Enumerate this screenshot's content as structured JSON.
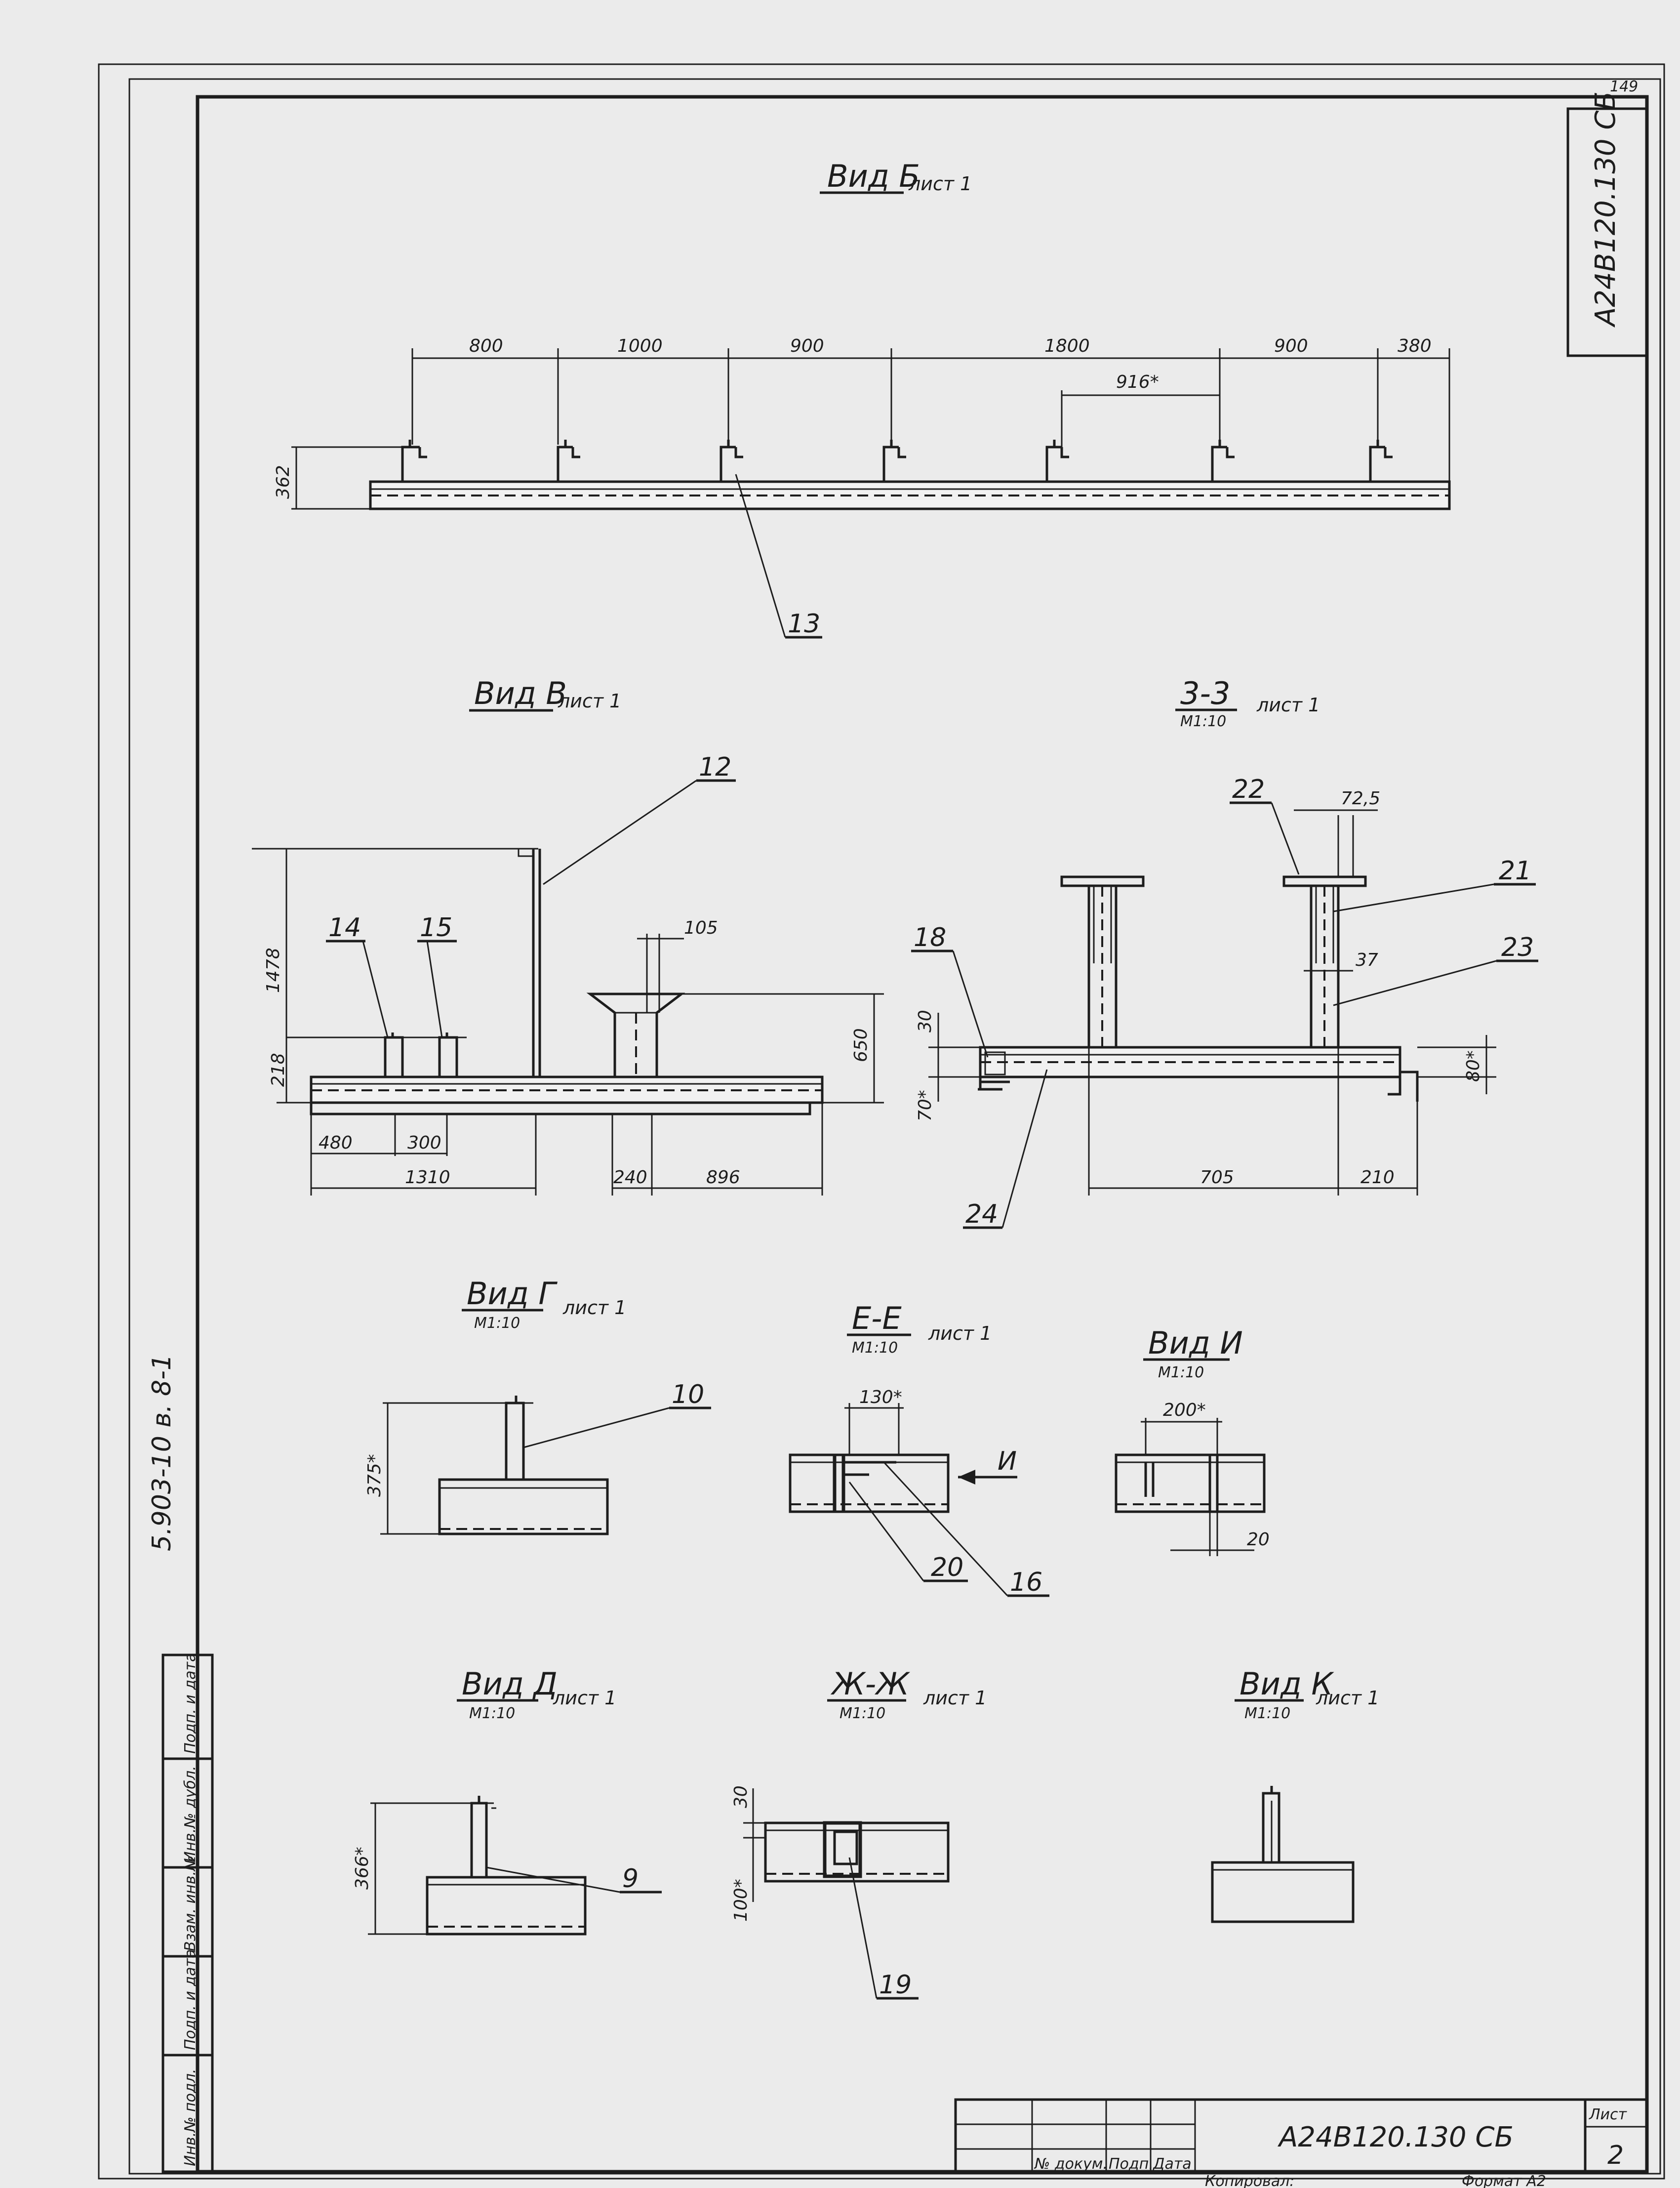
{
  "sheet": {
    "corner_number": "149",
    "doc_code_vertical": "А24В120.130 СБ",
    "series_left": "5.903-10   в. 8-1",
    "stamp_code": "А24В120.130 СБ",
    "sheet_label": "Лист",
    "sheet_number": "2",
    "format": "Формат А2",
    "copied": "Копировал:",
    "stamp_cols": [
      "№ докум.",
      "Подп.",
      "Дата"
    ],
    "left_stamp": [
      "Инв.№ подл.",
      "Подп. и дата",
      "Взам. инв.№",
      "Инв.№ дубл.",
      "Подп. и дата"
    ]
  },
  "views": {
    "vid_b": {
      "title": "Вид Б",
      "sheet_ref": "лист 1",
      "dims": [
        "800",
        "1000",
        "900",
        "1800",
        "900",
        "380",
        "916*",
        "362"
      ],
      "refs": [
        "13"
      ]
    },
    "vid_v": {
      "title": "Вид В",
      "sheet_ref": "лист 1",
      "dims": [
        "1478",
        "218",
        "480",
        "300",
        "1310",
        "105",
        "650",
        "240",
        "896"
      ],
      "refs": [
        "12",
        "14",
        "15"
      ]
    },
    "sec_33": {
      "title": "3-3",
      "scale": "М1:10",
      "sheet_ref": "лист 1",
      "dims": [
        "72,5",
        "37",
        "30",
        "70*",
        "80*",
        "705",
        "210"
      ],
      "refs": [
        "22",
        "21",
        "23",
        "18",
        "24"
      ]
    },
    "vid_g": {
      "title": "Вид Г",
      "scale": "М1:10",
      "sheet_ref": "лист 1",
      "dims": [
        "375*"
      ],
      "refs": [
        "10"
      ]
    },
    "sec_ee": {
      "title": "Е-Е",
      "scale": "М1:10",
      "sheet_ref": "лист 1",
      "dims": [
        "130*"
      ],
      "refs": [
        "20",
        "16"
      ],
      "arrow_label": "И"
    },
    "vid_i": {
      "title": "Вид И",
      "scale": "М1:10",
      "dims": [
        "200*",
        "20"
      ]
    },
    "vid_d": {
      "title": "Вид Д",
      "scale": "М1:10",
      "sheet_ref": "лист 1",
      "dims": [
        "366*"
      ],
      "refs": [
        "9"
      ]
    },
    "sec_zhzh": {
      "title": "Ж-Ж",
      "scale": "М1:10",
      "sheet_ref": "лист 1",
      "dims": [
        "30",
        "100*"
      ],
      "refs": [
        "19"
      ]
    },
    "vid_k": {
      "title": "Вид К",
      "scale": "М1:10",
      "sheet_ref": "лист 1"
    }
  }
}
